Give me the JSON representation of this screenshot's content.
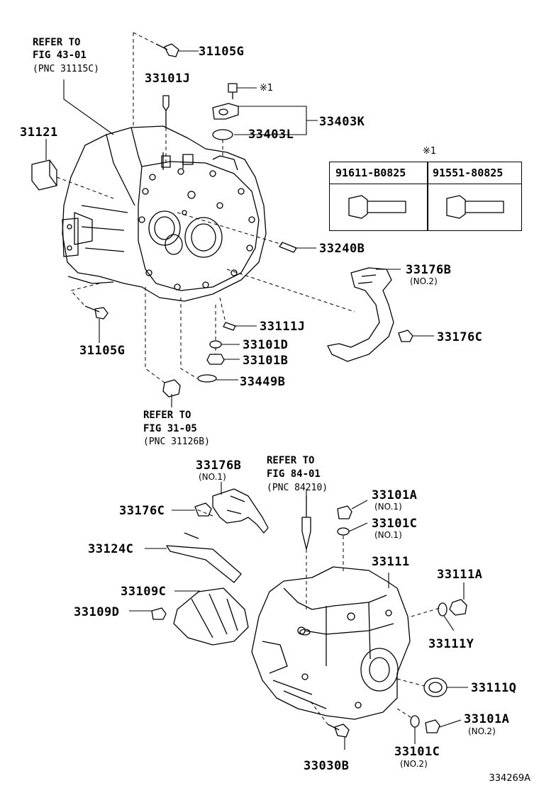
{
  "labels": {
    "p31105G_top": "31105G",
    "p33101J": "33101J",
    "p31121": "31121",
    "p33403K": "33403K",
    "p33403L": "33403L",
    "p33240B": "33240B",
    "p33176B_no2": "33176B",
    "p33176B_no2_sub": "(NO.2)",
    "p33176C_right": "33176C",
    "p33111J": "33111J",
    "p33101D": "33101D",
    "p33101B": "33101B",
    "p33449B": "33449B",
    "p31105G_bottom": "31105G",
    "p33176B_no1": "33176B",
    "p33176B_no1_sub": "(NO.1)",
    "p33176C_left": "33176C",
    "p33124C": "33124C",
    "p33109C": "33109C",
    "p33109D": "33109D",
    "p33101A_no1": "33101A",
    "p33101A_no1_sub": "(NO.1)",
    "p33101C_no1": "33101C",
    "p33101C_no1_sub": "(NO.1)",
    "p33111": "33111",
    "p33111A": "33111A",
    "p33111Y": "33111Y",
    "p33111Q": "33111Q",
    "p33101A_no2": "33101A",
    "p33101A_no2_sub": "(NO.2)",
    "p33101C_no2": "33101C",
    "p33101C_no2_sub": "(NO.2)",
    "p33030B": "33030B"
  },
  "refs": {
    "r1_l1": "REFER TO",
    "r1_l2": "FIG 43-01",
    "r1_l3": "(PNC 31115C)",
    "r2_l1": "REFER TO",
    "r2_l2": "FIG 31-05",
    "r2_l3": "(PNC 31126B)",
    "r3_l1": "REFER TO",
    "r3_l2": "FIG 84-01",
    "r3_l3": "(PNC 84210)"
  },
  "notes": {
    "star1_a": "※1",
    "star1_b": "※1"
  },
  "table": {
    "col1": "91611-B0825",
    "col2": "91551-80825"
  },
  "diagram_id": "334269A"
}
